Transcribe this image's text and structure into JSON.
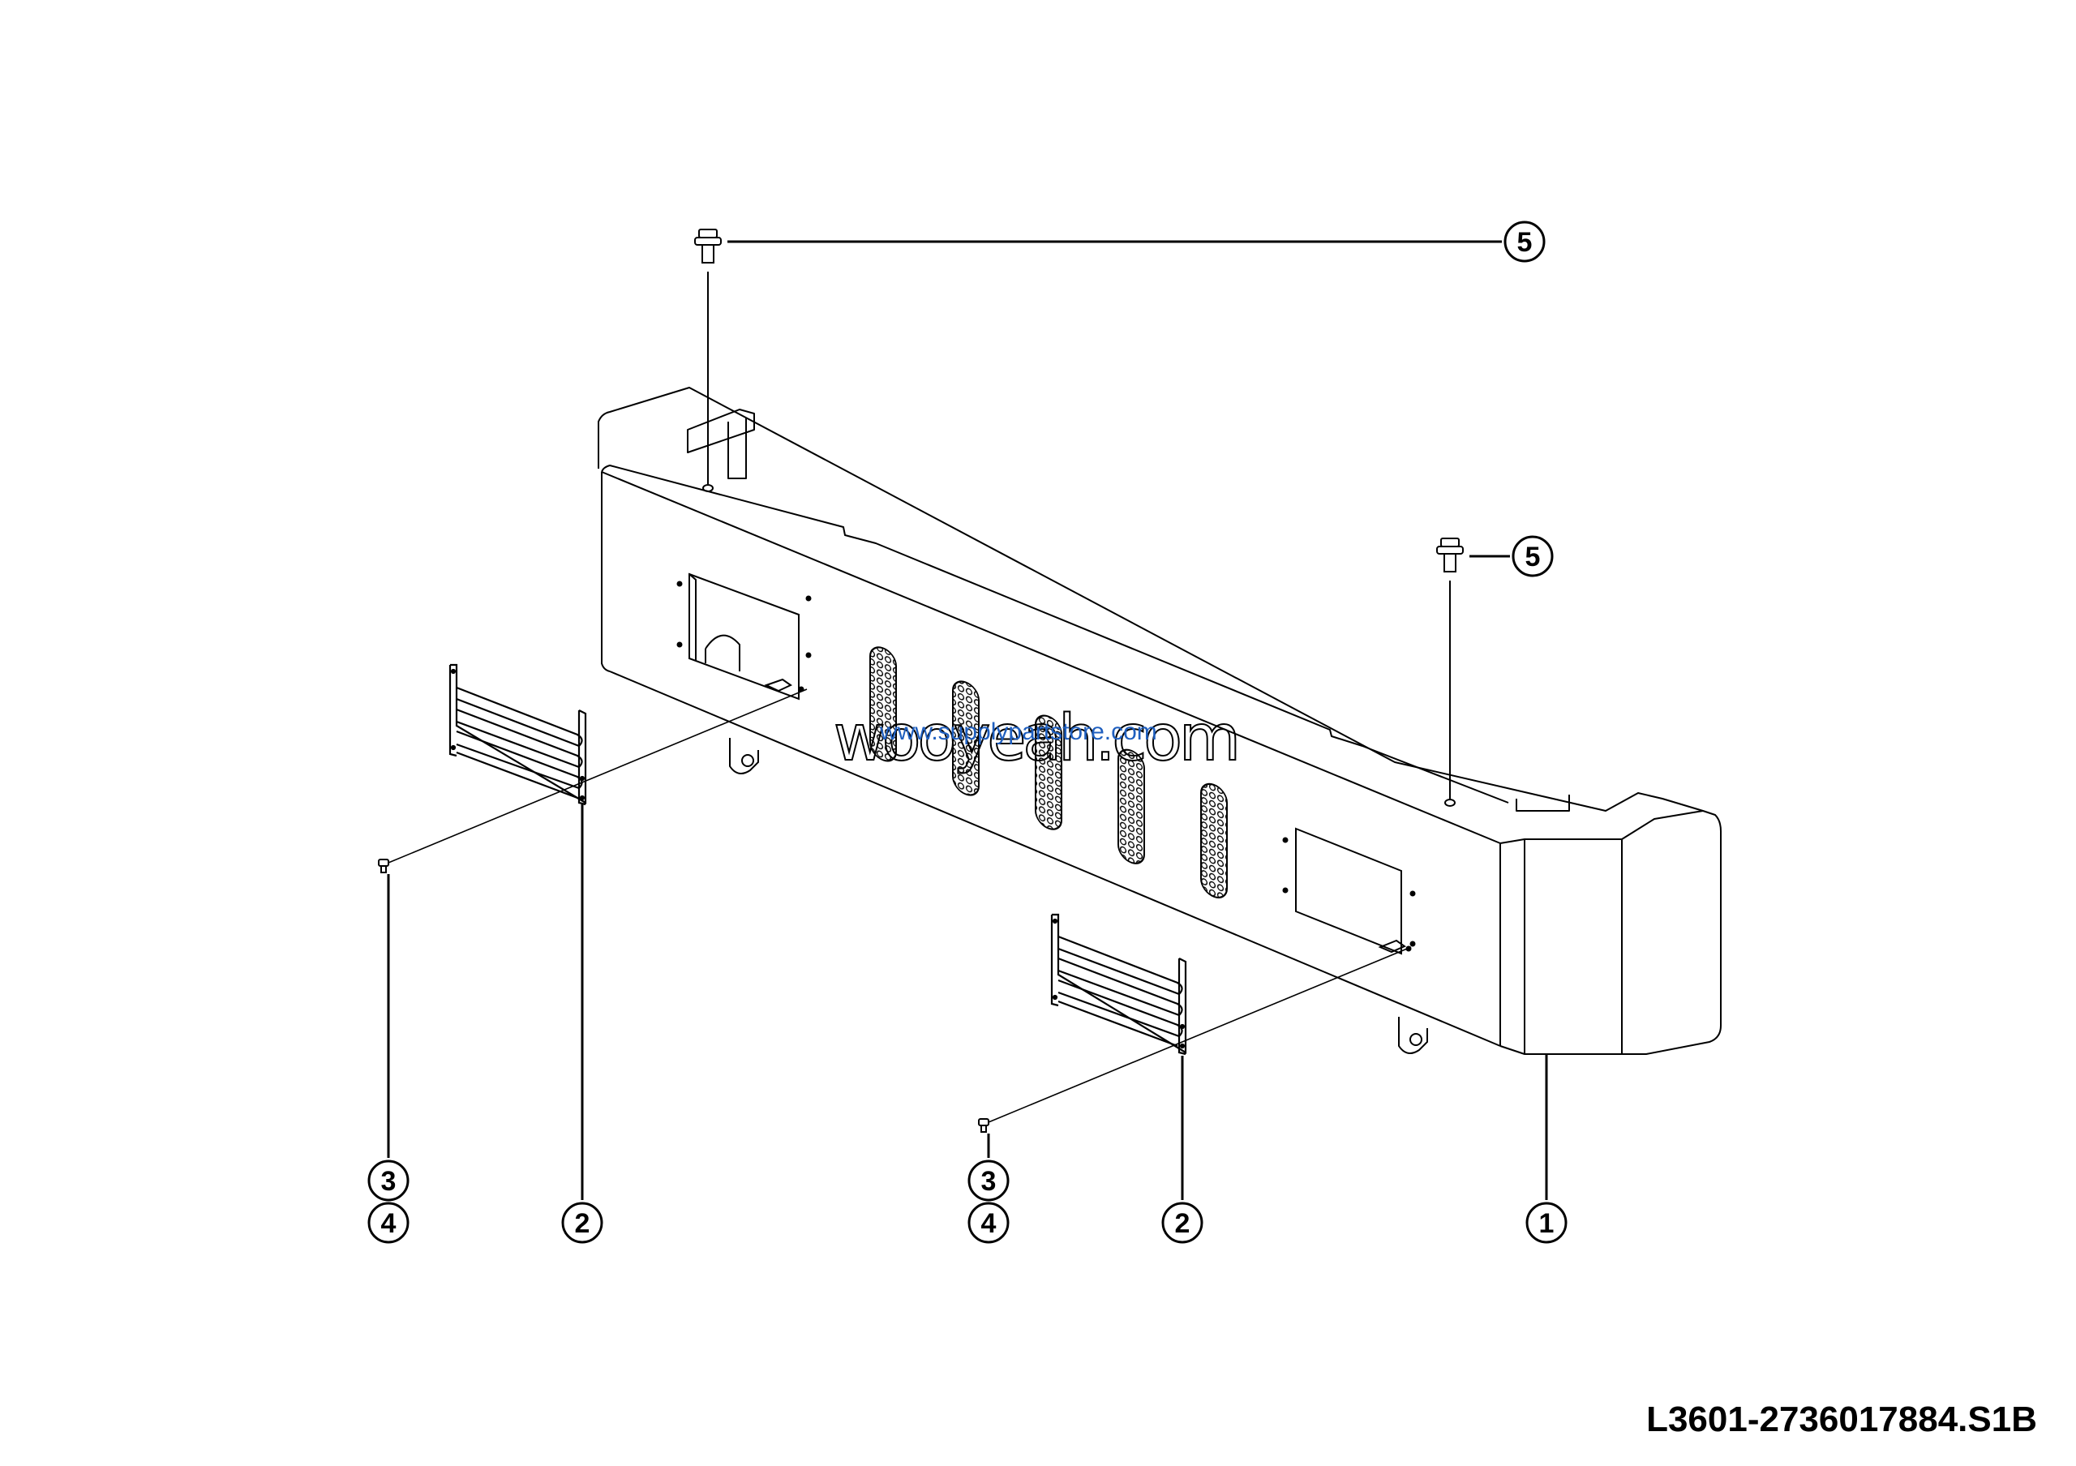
{
  "drawing": {
    "code": "L3601-2736017884.S1B"
  },
  "callouts": {
    "c1": "1",
    "c2a": "2",
    "c2b": "2",
    "c3a": "3",
    "c4a": "4",
    "c3b": "3",
    "c4b": "4",
    "c5a": "5",
    "c5b": "5"
  },
  "watermark": {
    "brand": "wooyeah.com",
    "url": "www.supplypartstore.com"
  },
  "colors": {
    "line": "#000000",
    "watermark_brand": "#000000",
    "watermark_url": "#1f5fbf"
  }
}
